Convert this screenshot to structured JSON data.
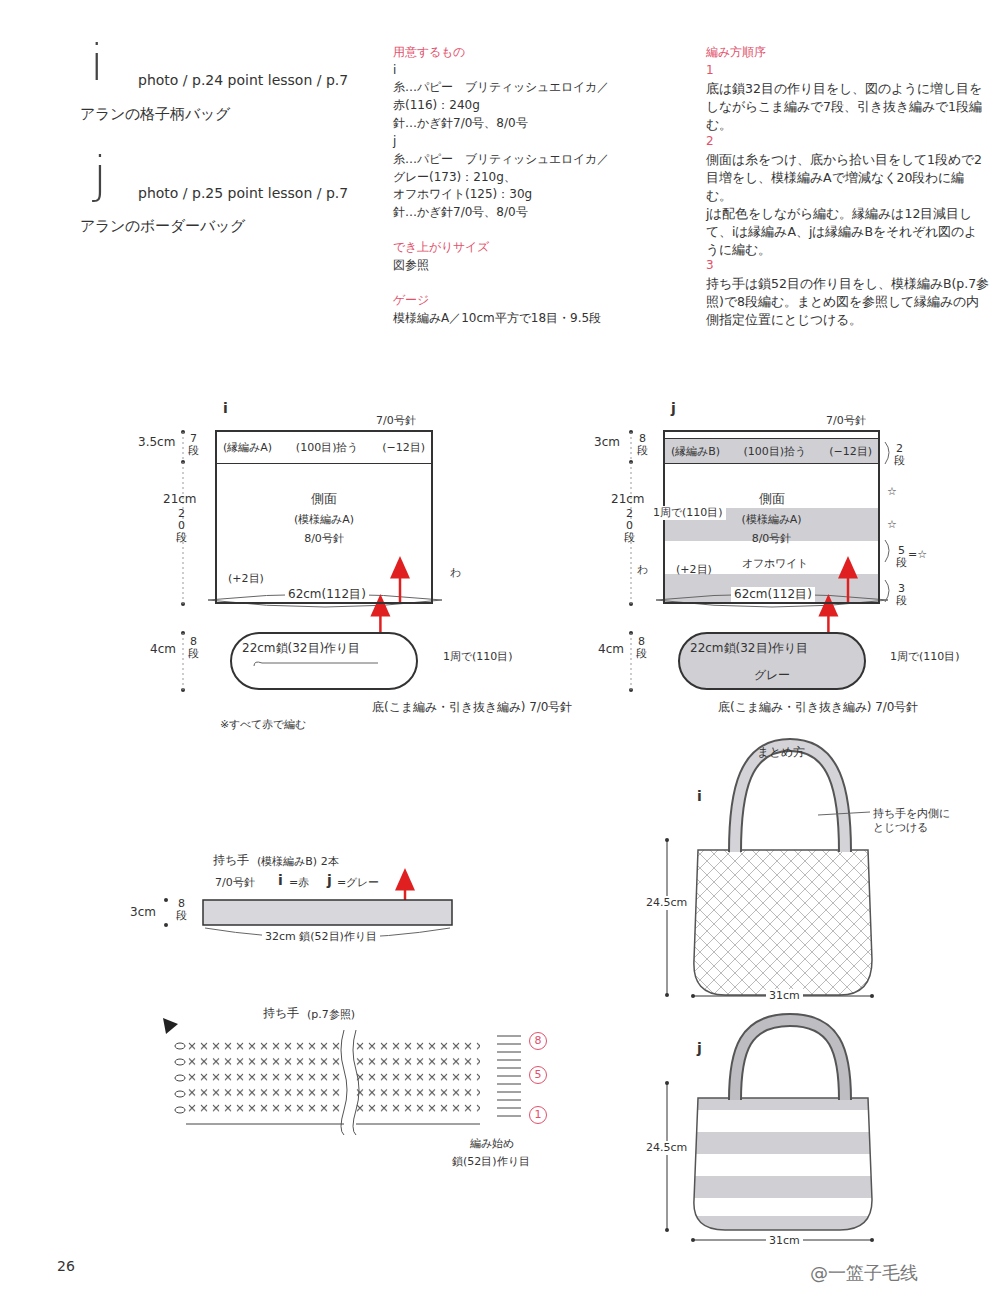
{
  "diagram": {
    "nodes": [
      {
        "text": [
          "側面",
          "(模様編みA)",
          "8/0号針"
        ]
      },
      {
        "text": [
          "(縁編みA)",
          "(100目)拾う",
          "(−12目)"
        ],
        "in": 0
      },
      {
        "text": [
          "22cm鎖(32目)作り目"
        ]
      },
      {
        "text": [
          "側面",
          "(模様編みA)",
          "8/0号針"
        ]
      },
      {
        "text": [
          "(縁編みB)",
          "(100目)拾う",
          "(−12目)"
        ],
        "in": 3
      },
      {
        "text": [
          "22cm鎖(32目)作り目",
          "グレー"
        ]
      }
    ],
    "edges": [
      {
        "from": 2,
        "to": 0,
        "arrow": "to"
      },
      {
        "from": 5,
        "to": 3,
        "arrow": "to"
      }
    ],
    "labels": [
      "i",
      "photo / p.24 point lesson / p.7",
      "アランの格子柄バッグ",
      "j",
      "photo / p.25 point lesson / p.7",
      "アランのボーダーバッグ",
      "用意するもの",
      "i",
      "糸…パピー　ブリティッシュエロイカ／",
      "赤(116)：240g",
      "針…かぎ針7/0号、8/0号",
      "j",
      "糸…パピー　ブリティッシュエロイカ／",
      "グレー(173)：210g、",
      "オフホワイト(125)：30g",
      "針…かぎ針7/0号、8/0号",
      "でき上がりサイズ",
      "図参照",
      "ゲージ",
      "模様編みA／10cm平方で18目・9.5段",
      "編み方順序",
      "1",
      "底は鎖32目の作り目をし、図のように増し目をしながらこま編みで7段、引き抜き編みで1段編む。",
      "2",
      "側面は糸をつけ、底から拾い目をして1段めで2目増をし、模様編みAで増減なく20段わに編む。",
      "jは配色をしながら編む。縁編みは12目減目して、iは縁編みA、jは縁編みBをそれぞれ図のように編む。",
      "3",
      "持ち手は鎖52目の作り目をし、模様編みB(p.7参照)で8段編む。まとめ図を参照して縁編みの内側指定位置にとじつける。",
      "i",
      "7/0号針",
      "3.5cm",
      "7段",
      "21cm",
      "20段",
      "(+2目)",
      "62cm(112目)",
      "わ",
      "4cm",
      "8段",
      "1周で(110目)",
      "底(こま編み・引き抜き編み) 7/0号針",
      "※すべて赤で編む",
      "j",
      "7/0号針",
      "3cm",
      "8段",
      "21cm",
      "20段",
      "2段",
      "☆",
      "☆",
      "5段",
      "=☆",
      "3段",
      "1周で(110目)",
      "オフホワイト",
      "わ",
      "(+2目)",
      "62cm(112目)",
      "4cm",
      "8段",
      "1周で(110目)",
      "底(こま編み・引き抜き編み) 7/0号針",
      "持ち手",
      "(模様編みB) 2本",
      "7/0号針",
      "i",
      "=赤",
      "j",
      "=グレー",
      "3cm",
      "8段",
      "32cm 鎖(52目)作り目",
      "持ち手",
      "(p.7参照)",
      "8",
      "5",
      "1",
      "編み始め",
      "鎖(52目)作り目",
      "まとめ方",
      "i",
      "持ち手を内側にとじつける",
      "24.5cm",
      "31cm",
      "j",
      "24.5cm",
      "31cm",
      "26",
      "@一篮子毛线"
    ]
  }
}
